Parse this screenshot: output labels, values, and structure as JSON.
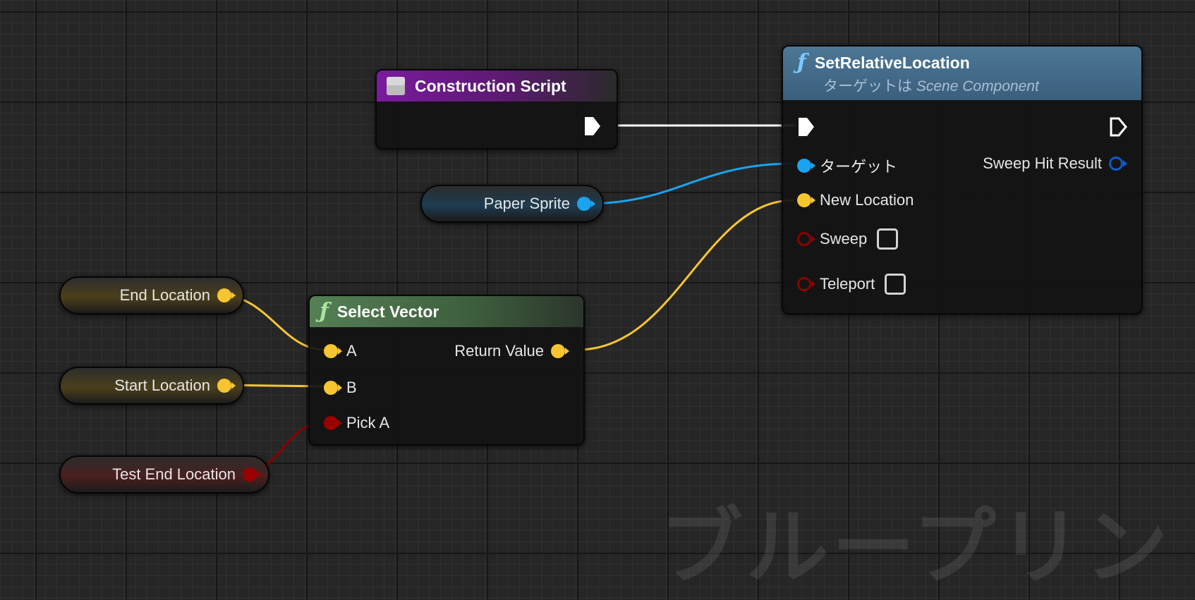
{
  "watermark": "ブループリント",
  "nodes": {
    "construction_script": {
      "title": "Construction Script"
    },
    "set_relative_location": {
      "title": "SetRelativeLocation",
      "subtitle_prefix": "ターゲットは",
      "subtitle_class": "Scene Component",
      "pins": {
        "target": "ターゲット",
        "new_location": "New Location",
        "sweep": "Sweep",
        "teleport": "Teleport",
        "sweep_hit_result": "Sweep Hit Result"
      }
    },
    "select_vector": {
      "title": "Select Vector",
      "pins": {
        "a": "A",
        "b": "B",
        "pick_a": "Pick A",
        "return_value": "Return Value"
      }
    },
    "paper_sprite": {
      "label": "Paper Sprite"
    },
    "end_location": {
      "label": "End Location"
    },
    "start_location": {
      "label": "Start Location"
    },
    "test_end_location": {
      "label": "Test End Location"
    }
  },
  "colors": {
    "vector_pin": "#f7c531",
    "object_pin": "#1aa3f0",
    "bool_pin": "#9a0000",
    "exec_pin": "#ffffff",
    "struct_pin": "#0a5cc9",
    "construction_header": "#7b1fa2",
    "function_header": "#4a6f8f",
    "pure_function_header": "#4e7a4e"
  }
}
